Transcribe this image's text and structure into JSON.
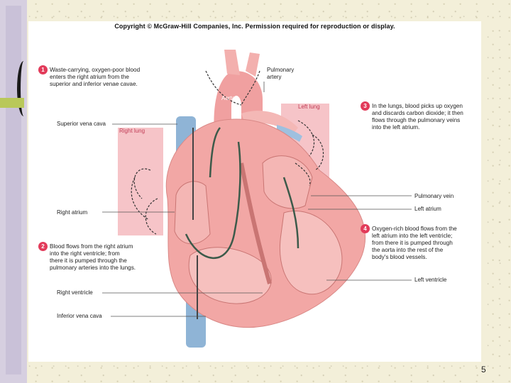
{
  "copyright": "Copyright © McGraw-Hill Companies, Inc. Permission required for reproduction or display.",
  "labels": {
    "superior_vena_cava": "Superior vena cava",
    "right_lung": "Right lung",
    "aorta": "Aorta",
    "pulmonary_artery": [
      "Pulmonary",
      "artery"
    ],
    "left_lung": "Left lung",
    "right_atrium": "Right atrium",
    "pulmonary_vein": "Pulmonary vein",
    "left_atrium": "Left atrium",
    "right_ventricle": "Right ventricle",
    "left_ventricle": "Left ventricle",
    "inferior_vena_cava": "Inferior vena cava"
  },
  "steps": [
    {
      "number": "1",
      "lines": [
        "Waste-carrying, oxygen-poor blood",
        "enters the right atrium from the",
        "superior and inferior venae cavae."
      ]
    },
    {
      "number": "2",
      "lines": [
        "Blood flows from the right atrium",
        "into the right ventricle; from",
        "there it is pumped through the",
        "pulmonary arteries into the lungs."
      ]
    },
    {
      "number": "3",
      "lines": [
        "In the lungs, blood picks up oxygen",
        "and discards carbon dioxide; it then",
        "flows through the pulmonary veins",
        "into the left atrium."
      ]
    },
    {
      "number": "4",
      "lines": [
        "Oxygen-rich blood flows from the",
        "left atrium into the left ventricle;",
        "from there it is pumped through",
        "the aorta into the rest of the",
        "body's blood vessels."
      ]
    }
  ],
  "page_number": "5",
  "colors": {
    "heart": "#f2a7a5",
    "vein": "#8fb4d6",
    "lung_panel": "#f6c4c8",
    "step_badge": "#e23b5a"
  }
}
